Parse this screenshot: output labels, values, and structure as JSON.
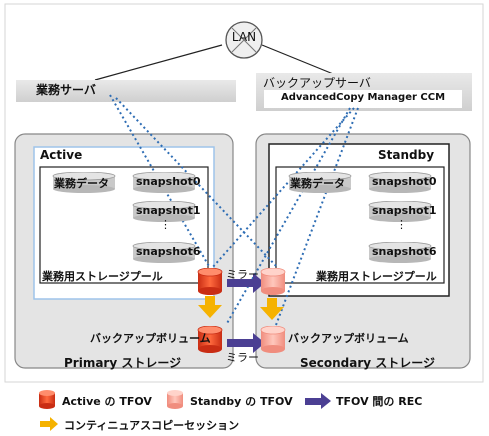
{
  "network": {
    "lan_label": "LAN"
  },
  "servers": {
    "business_server_label": "業務サーバ",
    "backup_server_label": "バックアップサーバ",
    "backup_software_label": "AdvancedCopy Manager CCM"
  },
  "primary": {
    "state_label": "Active",
    "storage_label": "Primary ストレージ",
    "business_data_label": "業務データ",
    "snapshots": [
      "snapshot0",
      "snapshot1",
      "snapshot6"
    ],
    "pool_label": "業務用ストレージプール",
    "backup_volume_label": "バックアップボリューム"
  },
  "secondary": {
    "state_label": "Standby",
    "storage_label": "Secondary ストレージ",
    "business_data_label": "業務データ",
    "snapshots": [
      "snapshot0",
      "snapshot1",
      "snapshot6"
    ],
    "pool_label": "業務用ストレージプール",
    "backup_volume_label": "バックアップボリューム"
  },
  "mirror_labels": [
    "ミラー",
    "ミラー"
  ],
  "legend": {
    "active_tfov": "Active の TFOV",
    "standby_tfov": "Standby の TFOV",
    "rec_between": "TFOV 間の REC",
    "continuous_copy": "コンティニュアスコピーセッション"
  },
  "colors": {
    "active_tfov": "#e8452c",
    "standby_tfov": "#f7a99b",
    "rec_arrow": "#4b3f93",
    "copy_arrow": "#f5b200",
    "dotted_link": "#2e6db4",
    "primary_highlight": "#9ec3ea"
  }
}
